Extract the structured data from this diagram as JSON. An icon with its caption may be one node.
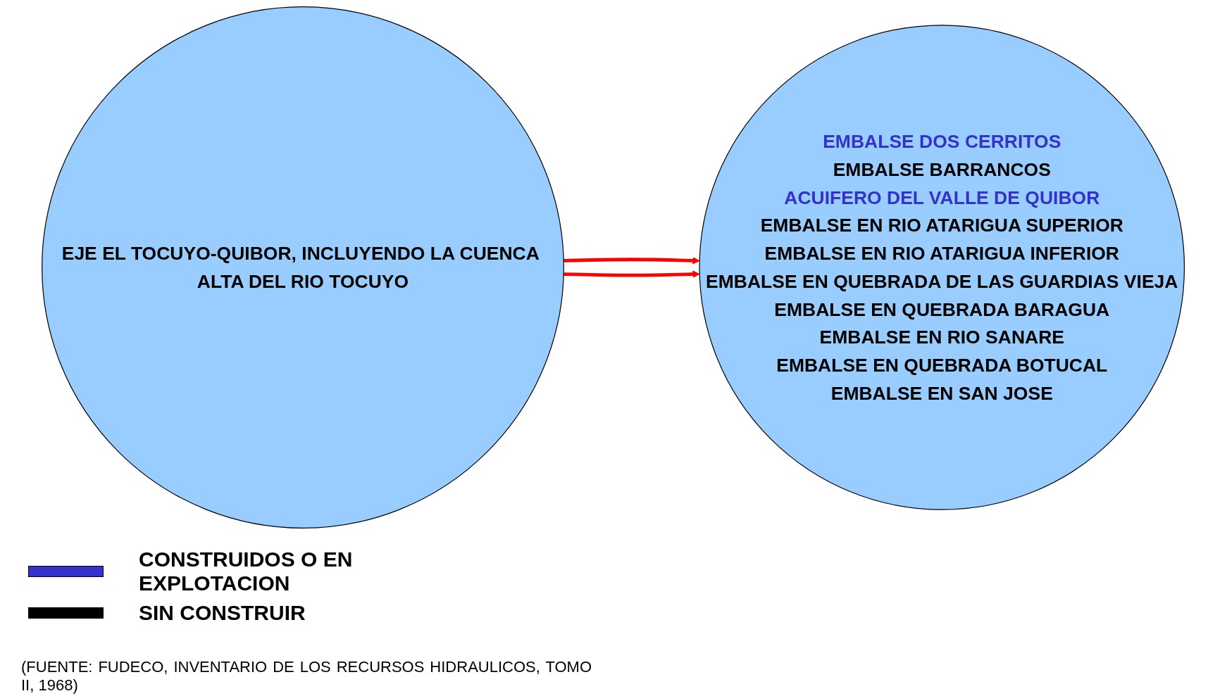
{
  "diagram": {
    "nodes": [
      {
        "text": [
          "EJE EL TOCUYO-QUIBOR, INCLUYENDO LA CUENCA ALTA DEL RIO TOCUYO"
        ]
      },
      {
        "text": [
          "EMBALSE DOS CERRITOS",
          "EMBALSE BARRANCOS",
          "ACUIFERO DEL VALLE DE QUIBOR",
          "EMBALSE EN RIO ATARIGUA SUPERIOR",
          "EMBALSE EN RIO ATARIGUA INFERIOR",
          "EMBALSE EN QUEBRADA DE LAS GUARDIAS VIEJA",
          "EMBALSE EN QUEBRADA BARAGUA",
          "EMBALSE EN RIO SANARE",
          "EMBALSE EN QUEBRADA BOTUCAL",
          "EMBALSE EN SAN JOSE"
        ]
      }
    ],
    "edges": [
      {
        "from": 0,
        "to": 1,
        "arrow": "to",
        "color": "#ff0000"
      },
      {
        "from": 0,
        "to": 1,
        "arrow": "to",
        "color": "#ff0000"
      }
    ],
    "caption": "(FUENTE: FUDECO, INVENTARIO DE LOS RECURSOS HIDRAULICOS, TOMO II, 1968)",
    "legend": [
      {
        "text": "CONSTRUIDOS O EN EXPLOTACION",
        "color": "#3333cc"
      },
      {
        "text": "SIN CONSTRUIR",
        "color": "#000000"
      }
    ]
  }
}
